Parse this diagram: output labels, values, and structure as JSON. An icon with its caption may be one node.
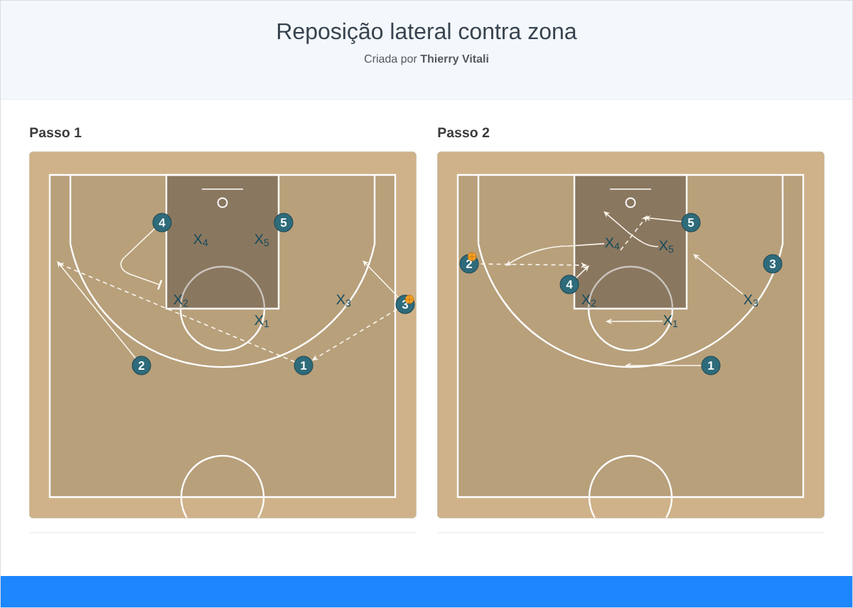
{
  "diagram": {
    "title": "Reposição lateral contra zona",
    "nodes": [
      {
        "text": [
          "Passo 1"
        ]
      },
      {
        "text": [
          "4"
        ],
        "in": 0
      },
      {
        "text": [
          "5"
        ],
        "in": 0
      },
      {
        "text": [
          "3"
        ],
        "in": 0
      },
      {
        "text": [
          "2"
        ],
        "in": 0
      },
      {
        "text": [
          "1"
        ],
        "in": 0
      },
      {
        "text": [
          "Passo 2"
        ]
      },
      {
        "text": [
          "5"
        ],
        "in": 6
      },
      {
        "text": [
          "X$_{4}$"
        ],
        "in": 6
      },
      {
        "text": [
          "X$_{5}$"
        ],
        "in": 6
      },
      {
        "text": [
          "2"
        ],
        "in": 6
      },
      {
        "text": [
          "3"
        ],
        "in": 6
      },
      {
        "text": [
          "4"
        ],
        "in": 6
      },
      {
        "text": [
          "X$_{3}$"
        ],
        "in": 6
      },
      {
        "text": [
          "X$_{1}$"
        ],
        "in": 6
      },
      {
        "text": [
          "1"
        ],
        "in": 6
      }
    ],
    "edges": [
      {
        "from": 1,
        "to": null,
        "arrow": "other"
      },
      {
        "from": 4,
        "to": null,
        "arrow": "to"
      },
      {
        "from": 3,
        "to": null,
        "arrow": "to"
      },
      {
        "from": 3,
        "to": 5,
        "arrow": "to",
        "style": "dashed"
      },
      {
        "from": 5,
        "to": null,
        "arrow": "to",
        "style": "dashed"
      },
      {
        "from": 12,
        "to": null,
        "arrow": "to"
      },
      {
        "from": 10,
        "to": null,
        "arrow": "to",
        "style": "dashed"
      },
      {
        "from": 8,
        "to": null,
        "arrow": "to",
        "style": "dashed"
      },
      {
        "from": 7,
        "to": null,
        "arrow": "to"
      },
      {
        "from": 8,
        "to": null,
        "arrow": "to"
      },
      {
        "from": 9,
        "to": null,
        "arrow": "to"
      },
      {
        "from": 13,
        "to": null,
        "arrow": "to"
      },
      {
        "from": 14,
        "to": null,
        "arrow": "to"
      },
      {
        "from": 15,
        "to": null,
        "arrow": "to"
      }
    ],
    "labels": [
      "Criada por **Thierry Vitali**",
      "X$_{4}$",
      "X$_{5}$",
      "X$_{2}$",
      "X$_{3}$",
      "X$_{1}$",
      "X$_{2}$"
    ]
  }
}
